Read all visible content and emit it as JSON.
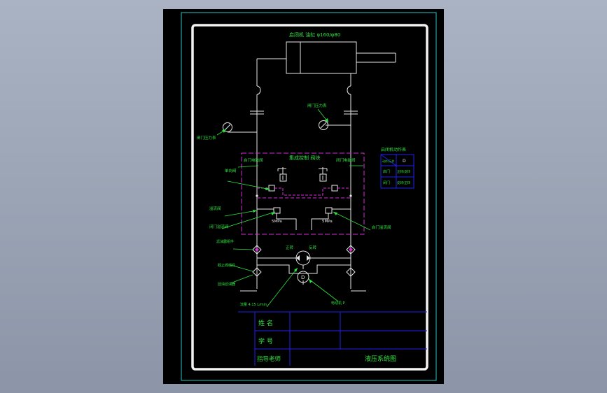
{
  "drawing": {
    "cylinder_label": "启闭机 油缸 φ160/φ80",
    "cabinet_label": "集成控制 阀块",
    "labels": {
      "gauge_left": "闸门压力表",
      "gauge_right": "闸门压力表",
      "cv_left": "启门电磁阀",
      "cv_right": "闭门电磁阀",
      "check": "单向阀",
      "relief_left": "溢流阀",
      "relief_right_side": "启门溢流阀",
      "relief_bottom_left": "闭门溢流阀",
      "filter_1": "滤油器组件",
      "filter_2": "截止阀组件",
      "filter_3": "回油滤油器",
      "pressure_left": "5MPa",
      "pressure_right": "5MPa",
      "pump_top_left": "正转",
      "pump_top_right": "反转",
      "pump_flow": "流量 4.15 L/min",
      "motor": "电动机 P",
      "motor_letter": "D"
    },
    "action_table": {
      "title": "启闭机动作表",
      "header": [
        "动作/元件",
        "D"
      ],
      "rows": [
        [
          "启门",
          "正转/反转"
        ],
        [
          "闭门",
          "反转/正转"
        ]
      ]
    }
  },
  "title_block": {
    "name_label": "姓  名",
    "id_label": "学  号",
    "advisor_label": "指导老师",
    "drawing_title": "液压系统图"
  },
  "colors": {
    "line": "#e6e6e6",
    "text": "#2fe33f",
    "cabinet": "#d62dd6",
    "table": "#1f1ff0",
    "frame": "#29c4c4"
  }
}
